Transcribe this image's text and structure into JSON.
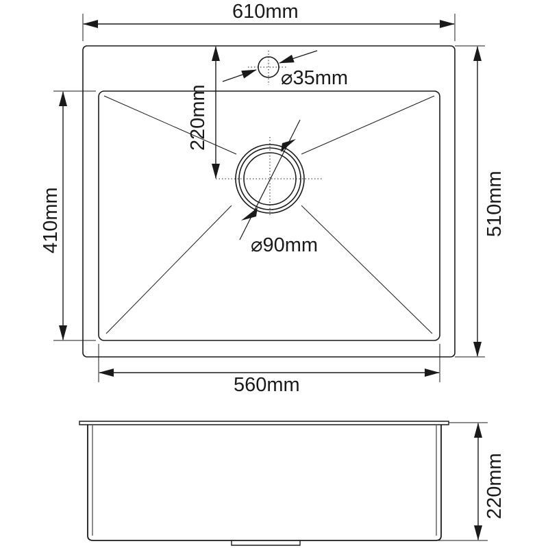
{
  "drawing": {
    "colors": {
      "line": "#1a1a1a",
      "background": "#ffffff"
    },
    "top_view": {
      "overall_width": "610mm",
      "overall_depth": "510mm",
      "bowl_width": "560mm",
      "bowl_depth": "410mm",
      "tap_hole_offset": "220mm",
      "tap_hole_diameter": "⌀35mm",
      "drain_diameter": "⌀90mm"
    },
    "side_view": {
      "bowl_height": "220mm"
    }
  }
}
